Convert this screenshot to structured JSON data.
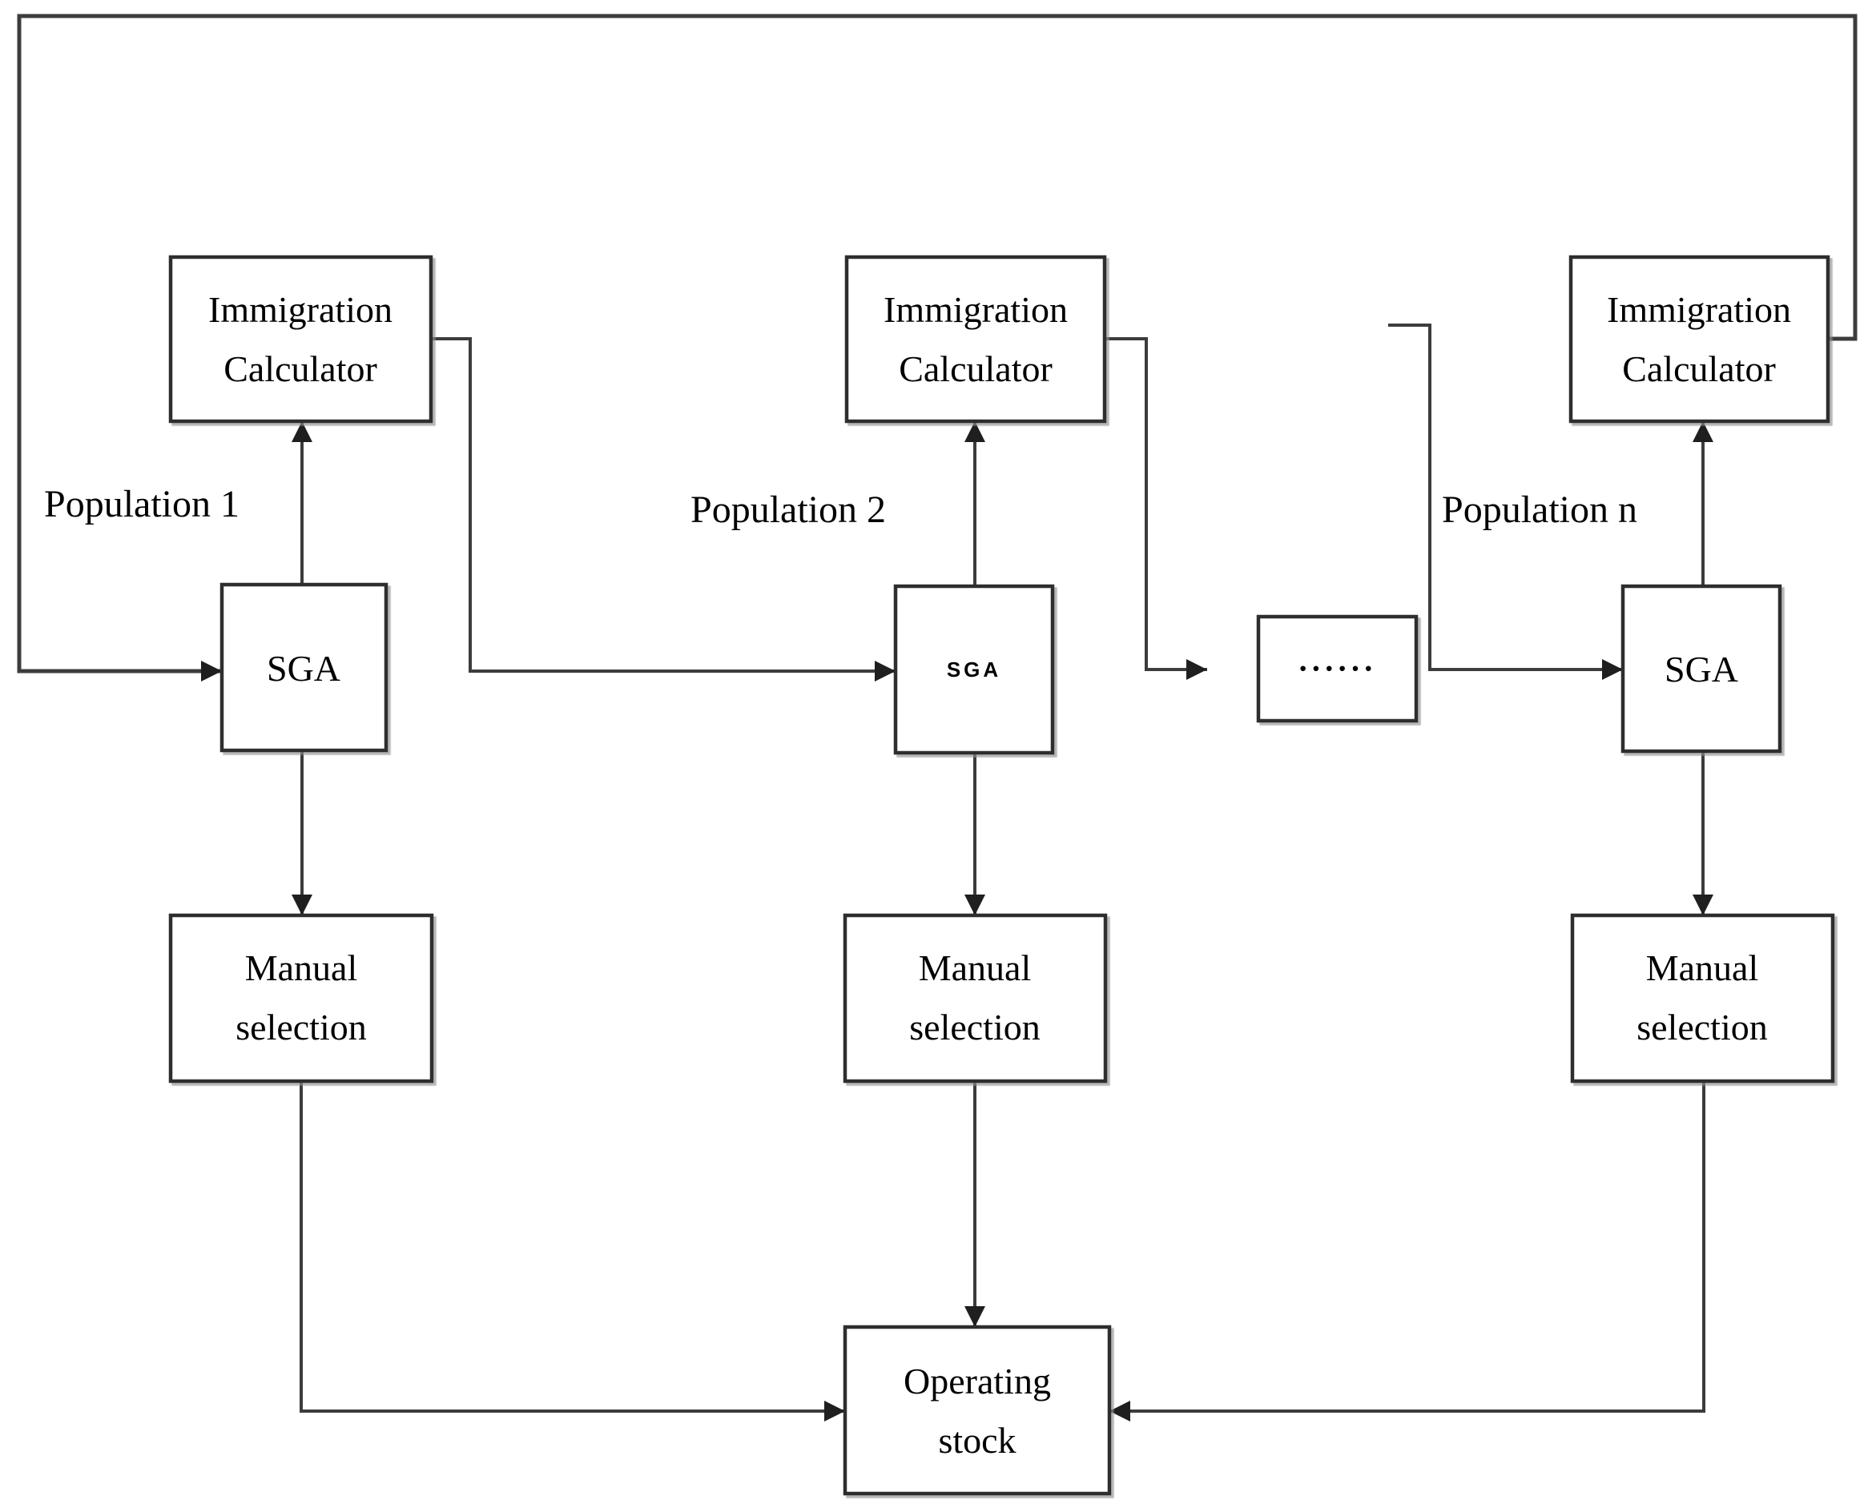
{
  "figure": {
    "background": "#ffffff",
    "line_color": "#3c3c3c",
    "box_border_color": "#2e2e2e",
    "box_fill": "#ffffff",
    "text_color": "#000000",
    "arrowhead_color": "#1f1f1f"
  },
  "columns": [
    {
      "population_label": "Population 1",
      "immigration_calculator_line1": "Immigration",
      "immigration_calculator_line2": "Calculator",
      "sga_label": "SGA",
      "manual_selection_line1": "Manual",
      "manual_selection_line2": "selection"
    },
    {
      "population_label": "Population 2",
      "immigration_calculator_line1": "Immigration",
      "immigration_calculator_line2": "Calculator",
      "sga_label": "SGA",
      "manual_selection_line1": "Manual",
      "manual_selection_line2": "selection"
    },
    {
      "population_label": "Population n",
      "immigration_calculator_line1": "Immigration",
      "immigration_calculator_line2": "Calculator",
      "sga_label": "SGA",
      "manual_selection_line1": "Manual",
      "manual_selection_line2": "selection"
    }
  ],
  "ellipsis_box_label": "······",
  "operating_stock_line1": "Operating",
  "operating_stock_line2": "stock"
}
